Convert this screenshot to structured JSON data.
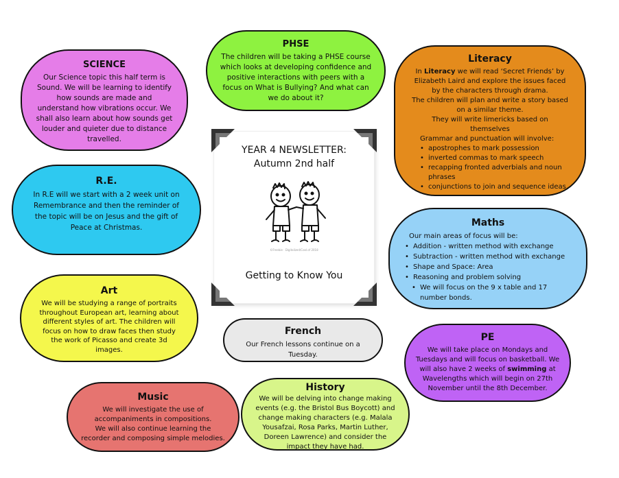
{
  "card": {
    "title_line1": "YEAR 4 NEWSLETTER:",
    "title_line2": "Autumn 2nd half",
    "subtitle": "Getting to Know You",
    "credit": "©Freebie · Digitalized/Cool.of 2018"
  },
  "science": {
    "heading": "SCIENCE",
    "text": "Our Science topic this half term is Sound.  We will be learning to identify how sounds are made and understand how vibrations occur. We shall also learn about how sounds get louder and quieter due to distance travelled."
  },
  "phse": {
    "heading": "PHSE",
    "text": "The children will be taking a PHSE course which looks at developing confidence and positive interactions with peers with a focus on What is Bullying? And what can we do about it?"
  },
  "literacy": {
    "heading": "Literacy",
    "intro_pre": "In ",
    "intro_bold": "Literacy",
    "intro_post": " we will read ‘Secret Friends’ by Elizabeth Laird and explore the issues faced by the characters through drama.",
    "line2": "The children will plan and write a story based on a similar theme.",
    "line3": "They will write limericks based on themselves",
    "line4": "Grammar and punctuation will involve:",
    "bullets": [
      "apostrophes to mark possession",
      "inverted commas to mark speech",
      "recapping fronted adverbials and noun phrases",
      "conjunctions to join and sequence ideas."
    ]
  },
  "re": {
    "heading": "R.E.",
    "text": "In R.E will we start with a 2 week unit on Remembrance and then the reminder of the topic will be on Jesus and the gift of Peace at Christmas."
  },
  "maths": {
    "heading": "Maths",
    "intro": "Our main areas of focus will be:",
    "bullets": [
      "Addition - written method with exchange",
      "Subtraction - written method with exchange",
      "Shape and Space: Area",
      "Reasoning and problem solving",
      "We will focus on the 9 x table and 17 number bonds."
    ]
  },
  "art": {
    "heading": "Art",
    "text": "We will be studying a range of portraits throughout European art, learning about different styles of art.  The children will focus on how to draw faces then study the work of Picasso and create 3d images."
  },
  "french": {
    "heading": "French",
    "text": "Our French lessons continue on a Tuesday."
  },
  "pe": {
    "heading": "PE",
    "text_pre": "We will take place on Mondays and Tuesdays and will focus on basketball. We will also have 2 weeks of ",
    "text_bold": "swimming",
    "text_post": " at Wavelengths which will begin on 27th November until the 8th December."
  },
  "music": {
    "heading": "Music",
    "line1": "We will investigate the use of accompaniments in compositions.",
    "line2": "We will also continue learning the recorder and composing simple melodies."
  },
  "history": {
    "heading": "History",
    "text": "We will be delving into change making events (e.g. the Bristol Bus Boycott) and change making characters (e.g. Malala Yousafzai, Rosa Parks, Martin Luther, Doreen Lawrence) and consider the impact they have had."
  },
  "colors": {
    "science": "#e57de8",
    "phse": "#8ef240",
    "literacy": "#e48b1c",
    "re": "#2ec9f0",
    "maths": "#96d2f7",
    "art": "#f4f74c",
    "french": "#e9e9e9",
    "pe": "#bf63f5",
    "music": "#e67470",
    "history": "#d8f58a"
  },
  "icons": {
    "card_corners": "photo-corner-icon",
    "illustration": "two-friends-icon"
  }
}
